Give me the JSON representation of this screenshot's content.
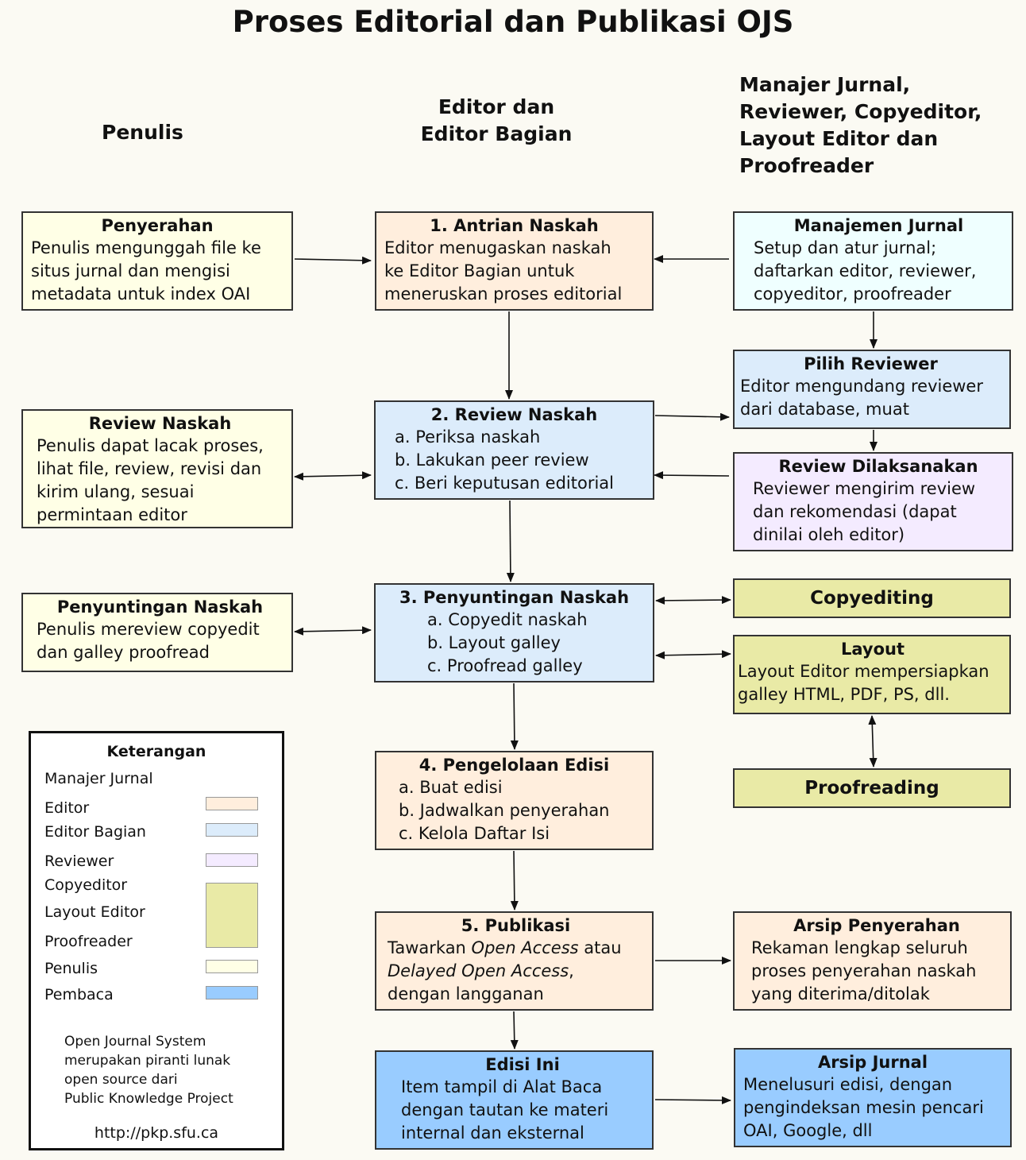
{
  "title": "Proses Editorial dan Publikasi OJS",
  "columns": {
    "penulis": "Penulis",
    "editor": [
      "Editor dan",
      "Editor Bagian"
    ],
    "manajer": [
      "Manajer Jurnal,",
      "Reviewer, Copyeditor,",
      "Layout Editor dan",
      "Proofreader"
    ]
  },
  "boxes": {
    "penyerahan": {
      "title": "Penyerahan",
      "lines": [
        "Penulis mengunggah file ke",
        "situs jurnal dan mengisi",
        "metadata untuk index OAI"
      ]
    },
    "review_penulis": {
      "title": "Review Naskah",
      "lines": [
        "Penulis dapat lacak proses,",
        "lihat file, review, revisi dan",
        "kirim ulang, sesuai",
        "permintaan editor"
      ]
    },
    "penyuntingan_penulis": {
      "title": "Penyuntingan Naskah",
      "lines": [
        "Penulis mereview copyedit",
        "dan galley proofread"
      ]
    },
    "antrian": {
      "title": "1. Antrian Naskah",
      "lines": [
        "Editor menugaskan naskah",
        "ke Editor Bagian untuk",
        "meneruskan proses editorial"
      ]
    },
    "review": {
      "title": "2. Review Naskah",
      "lines": [
        "a. Periksa naskah",
        "b. Lakukan peer review",
        "c. Beri keputusan editorial"
      ]
    },
    "penyuntingan": {
      "title": "3. Penyuntingan Naskah",
      "lines": [
        "a. Copyedit naskah",
        "b. Layout galley",
        "c. Proofread galley"
      ]
    },
    "pengelolaan": {
      "title": "4. Pengelolaan Edisi",
      "lines": [
        "a. Buat edisi",
        "b. Jadwalkan penyerahan",
        "c. Kelola Daftar Isi"
      ]
    },
    "publikasi": {
      "title": "5. Publikasi",
      "line1_a": "Tawarkan ",
      "line1_em": "Open Access",
      "line1_b": " atau",
      "line2_em": "Delayed Open Access",
      "line2_b": ",",
      "line3": "dengan langganan"
    },
    "edisi_ini": {
      "title": "Edisi Ini",
      "lines": [
        "Item tampil di Alat Baca",
        "dengan tautan ke materi",
        "internal dan eksternal"
      ]
    },
    "manajemen": {
      "title": "Manajemen Jurnal",
      "lines": [
        "Setup dan atur jurnal;",
        "daftarkan editor, reviewer,",
        "copyeditor, proofreader"
      ]
    },
    "pilih_reviewer": {
      "title": "Pilih Reviewer",
      "lines": [
        "Editor mengundang reviewer",
        "dari database, muat"
      ]
    },
    "review_dilaksanakan": {
      "title": "Review Dilaksanakan",
      "lines": [
        "Reviewer mengirim review",
        "dan rekomendasi (dapat",
        "dinilai oleh editor)"
      ]
    },
    "copyediting": {
      "title": "Copyediting"
    },
    "layout": {
      "title": "Layout",
      "lines": [
        "Layout Editor mempersiapkan",
        "galley HTML, PDF, PS, dll."
      ]
    },
    "proofreading": {
      "title": "Proofreading"
    },
    "arsip_penyerahan": {
      "title": "Arsip Penyerahan",
      "lines": [
        "Rekaman lengkap seluruh",
        "proses penyerahan naskah",
        "yang diterima/ditolak"
      ]
    },
    "arsip_jurnal": {
      "title": "Arsip Jurnal",
      "lines": [
        "Menelusuri edisi, dengan",
        "pengindeksan mesin pencari",
        "OAI, Google, dll"
      ]
    }
  },
  "legend": {
    "title": "Keterangan",
    "items": [
      "Manajer Jurnal",
      "Editor",
      "Editor Bagian",
      "Reviewer",
      "Copyeditor",
      "Layout Editor",
      "Proofreader",
      "Penulis",
      "Pembaca"
    ],
    "note": [
      "Open Journal System",
      "merupakan piranti lunak",
      "open source dari",
      "Public Knowledge Project"
    ],
    "url": "http://pkp.sfu.ca"
  },
  "colors": {
    "penulis": "#ffffe6",
    "editor": "#ffeedd",
    "editor_bagian": "#dcecfb",
    "manajer": "#efffff",
    "reviewer": "#f4ebff",
    "copyedit": "#e9eaa6",
    "pembaca": "#99ccff"
  }
}
